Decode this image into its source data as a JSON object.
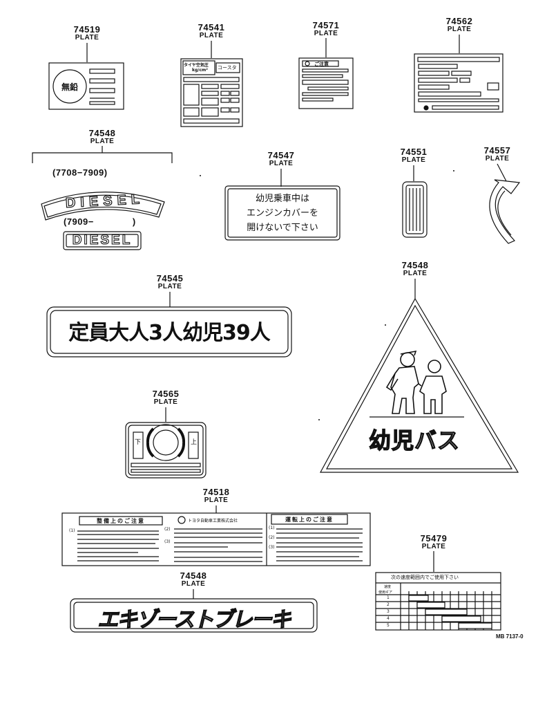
{
  "parts": [
    {
      "id": "p74519",
      "number": "74519",
      "kind": "PLATE",
      "badge": "無鉛"
    },
    {
      "id": "p74541",
      "number": "74541",
      "kind": "PLATE",
      "header_left": "タイヤ空気圧",
      "header_sub": "kg/cm²",
      "header_right": "コースタ"
    },
    {
      "id": "p74571",
      "number": "74571",
      "kind": "PLATE",
      "header": "ご注意"
    },
    {
      "id": "p74562",
      "number": "74562",
      "kind": "PLATE"
    },
    {
      "id": "p74548a",
      "number": "74548",
      "kind": "PLATE",
      "range1": "(7708−7909)",
      "word1": "DIESEL",
      "range2": "(7909−",
      "range2_end": ")",
      "word2": "DIESEL"
    },
    {
      "id": "p74547",
      "number": "74547",
      "kind": "PLATE",
      "lines": [
        "幼児乗車中は",
        "エンジンカバーを",
        "開けないで下さい"
      ]
    },
    {
      "id": "p74551",
      "number": "74551",
      "kind": "PLATE"
    },
    {
      "id": "p74557",
      "number": "74557",
      "kind": "PLATE"
    },
    {
      "id": "p74545",
      "number": "74545",
      "kind": "PLATE",
      "text": "定員大人3人幼児39人"
    },
    {
      "id": "p74548b",
      "number": "74548",
      "kind": "PLATE",
      "text": "幼児バス"
    },
    {
      "id": "p74565",
      "number": "74565",
      "kind": "PLATE",
      "left_mark": "下",
      "right_mark": "上"
    },
    {
      "id": "p74518",
      "number": "74518",
      "kind": "PLATE",
      "left_title": "整備上のご注意",
      "company": "トヨタ自動車工業株式会社",
      "right_title": "運転上のご注意",
      "items_left": [
        "(1)",
        "(2)",
        "(3)"
      ],
      "items_right": [
        "(1)",
        "(2)",
        "(3)"
      ]
    },
    {
      "id": "p74548c",
      "number": "74548",
      "kind": "PLATE",
      "text": "エキゾーストブレーキ"
    },
    {
      "id": "p75479",
      "number": "75479",
      "kind": "PLATE",
      "header": "次の速度範囲内でご使用下さい",
      "col_head": "速度",
      "row_head": "使用ギア",
      "rows": [
        "1",
        "2",
        "3",
        "4",
        "5"
      ]
    }
  ],
  "drawing_code": "MB 7137-0"
}
